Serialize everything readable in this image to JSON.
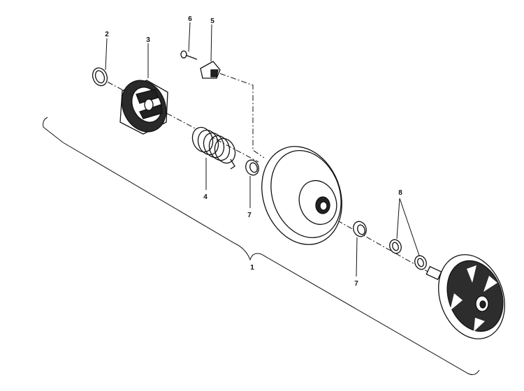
{
  "diagram": {
    "callouts": {
      "c1": "1",
      "c2": "2",
      "c3": "3",
      "c4": "4",
      "c5": "5",
      "c6": "6",
      "c7a": "7",
      "c7b": "7",
      "c8": "8"
    }
  }
}
